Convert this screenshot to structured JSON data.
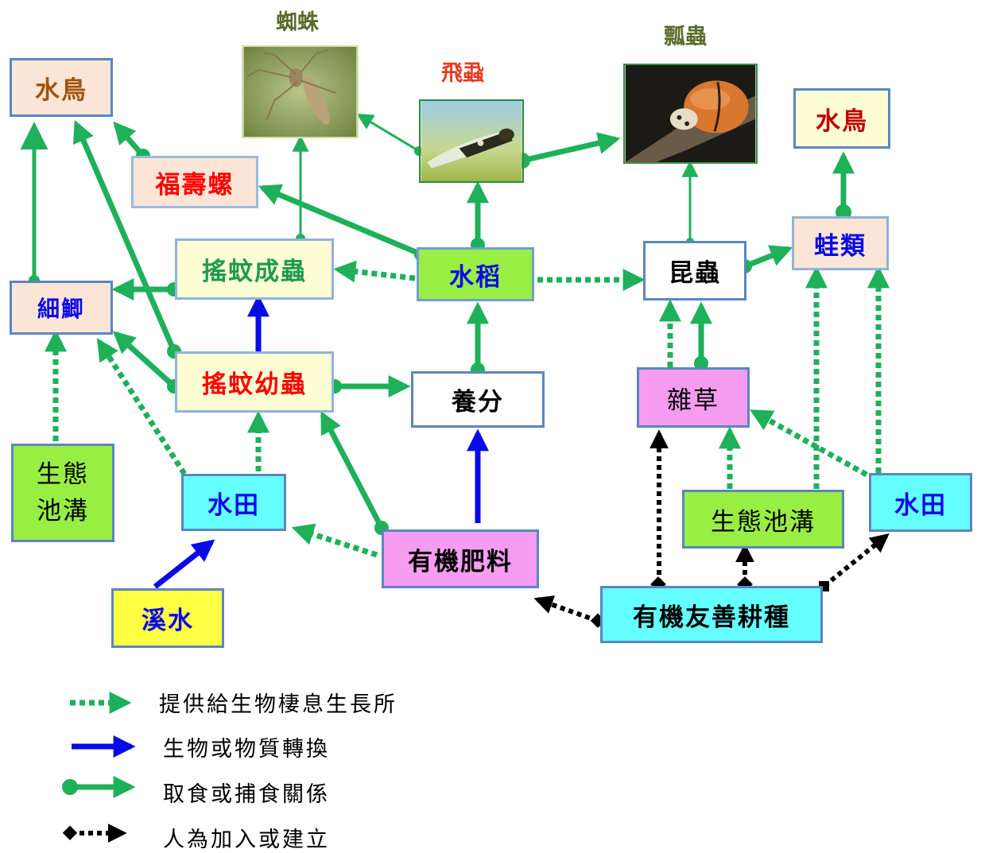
{
  "colors": {
    "habitat": "#1fb05a",
    "transform": "#0a0ae6",
    "predation": "#1fb05a",
    "human": "#000000"
  },
  "captions": {
    "spider": "蜘蛛",
    "planthopper": "飛蝨",
    "ladybug": "瓢蟲"
  },
  "nodes": {
    "waterbird_left": "水鳥",
    "apple_snail": "福壽螺",
    "adult_mosquito": "搖蚊成蟲",
    "rice": "水稻",
    "insects": "昆蟲",
    "frogs": "蛙類",
    "waterbird_right": "水鳥",
    "crucian": "細鯽",
    "larva": "搖蚊幼蟲",
    "nutrients": "養分",
    "weeds": "雜草",
    "eco_ditch_left": "生態池溝",
    "paddy_left": "水田",
    "organic_fertilizer": "有機肥料",
    "eco_ditch_right": "生態池溝",
    "paddy_right": "水田",
    "stream": "溪水",
    "organic_farming": "有機友善耕種"
  },
  "legend": {
    "habitat": "提供給生物棲息生長所",
    "transform": "生物或物質轉換",
    "predation": "取食或捕食關係",
    "human": "人為加入或建立"
  }
}
